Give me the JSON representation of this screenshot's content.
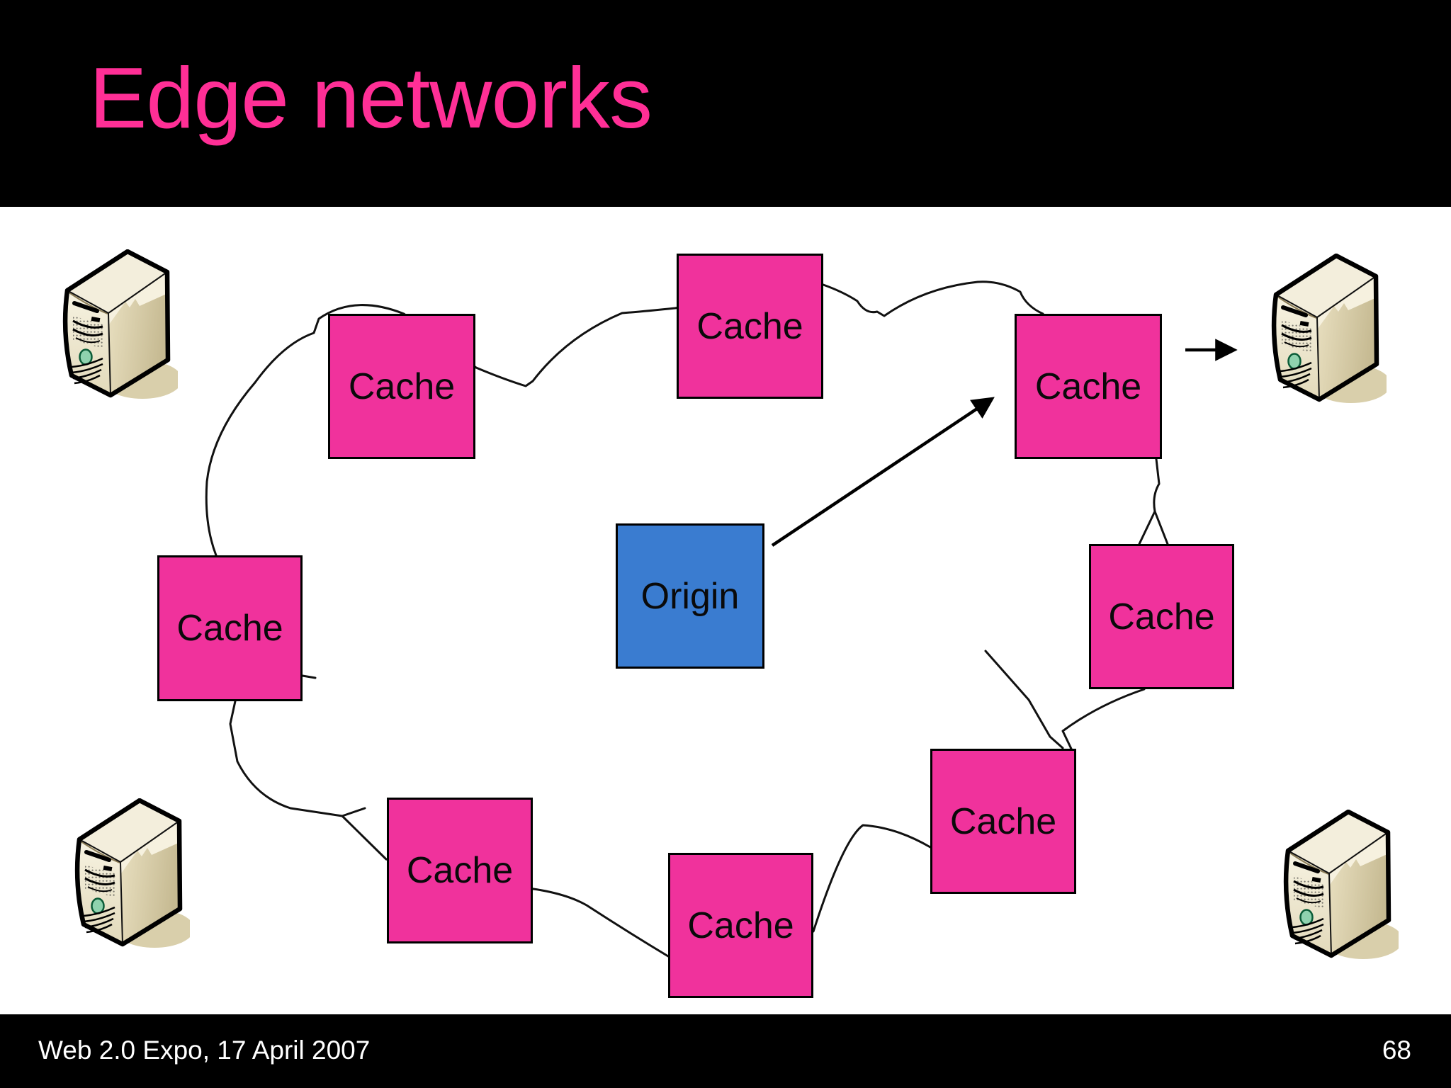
{
  "slide": {
    "title": "Edge networks",
    "footer_left": "Web 2.0 Expo, 17 April 2007",
    "slide_number": "68"
  },
  "diagram": {
    "origin": {
      "id": "origin-node",
      "label": "Origin"
    },
    "caches": [
      {
        "id": "cache-top-left",
        "label": "Cache"
      },
      {
        "id": "cache-top-middle",
        "label": "Cache"
      },
      {
        "id": "cache-top-right",
        "label": "Cache"
      },
      {
        "id": "cache-left",
        "label": "Cache"
      },
      {
        "id": "cache-right",
        "label": "Cache"
      },
      {
        "id": "cache-bottom-left",
        "label": "Cache"
      },
      {
        "id": "cache-bottom-middle",
        "label": "Cache"
      },
      {
        "id": "cache-bottom-right",
        "label": "Cache"
      }
    ],
    "icons": {
      "server": "server-icon",
      "cloud": "network-cloud-outline",
      "arrow_origin_to_cache": "arrow-up-right",
      "arrow_cache_to_server": "arrow-right"
    },
    "colors": {
      "cache_fill": "#F0329C",
      "origin_fill": "#3A7CD0",
      "title_color": "#FF2F96",
      "footer_text": "#FFFFFF",
      "line_color": "#111111"
    }
  }
}
